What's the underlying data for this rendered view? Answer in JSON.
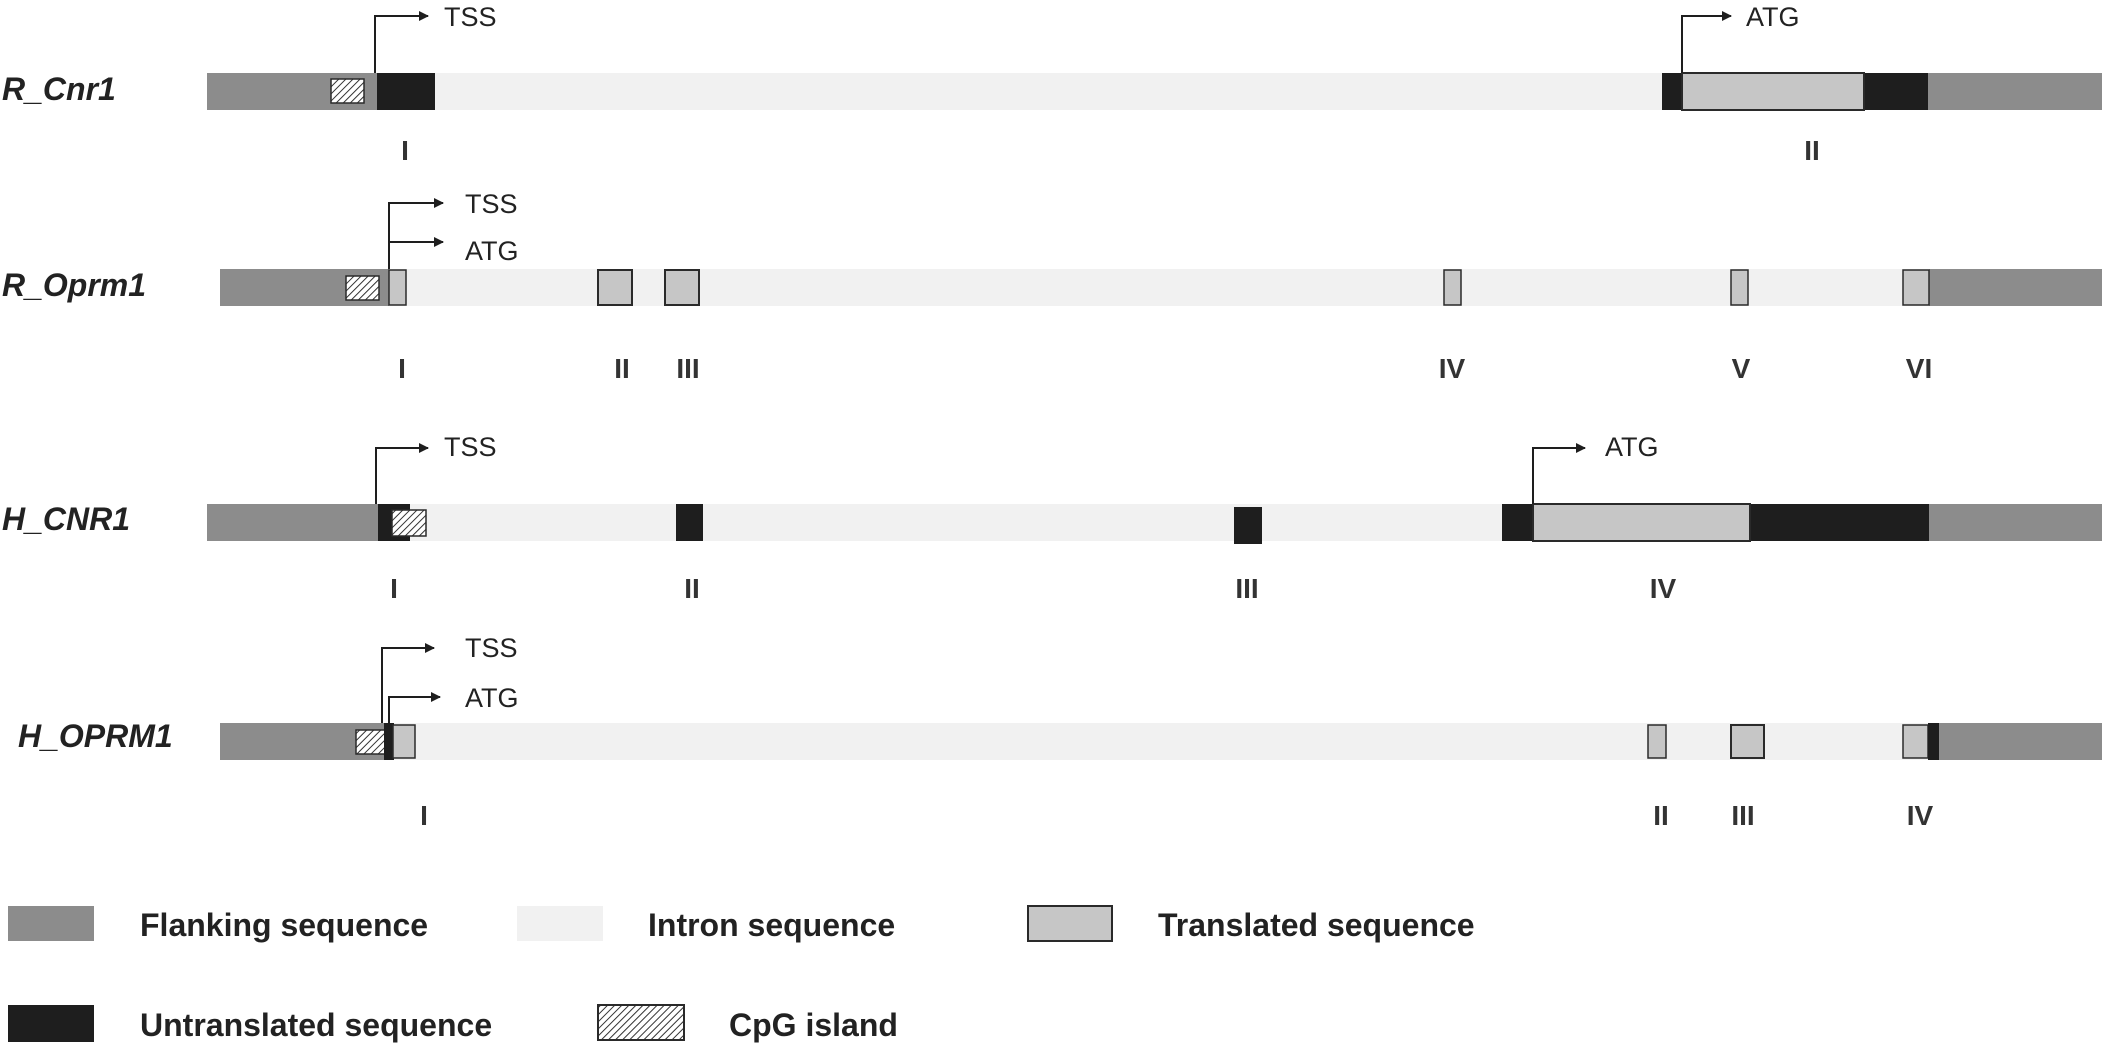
{
  "colors": {
    "flanking": "#8c8c8c",
    "intron": "#f1f1f1",
    "translated": "#c6c6c6",
    "untranslated": "#1e1e1e",
    "outline": "#2a2a2a"
  },
  "genes": [
    {
      "id": "r-cnr1",
      "name": "R_Cnr1",
      "markers": [
        "TSS",
        "ATG"
      ],
      "exon_labels": [
        "I",
        "II"
      ]
    },
    {
      "id": "r-oprm1",
      "name": "R_Oprm1",
      "markers": [
        "TSS",
        "ATG"
      ],
      "exon_labels": [
        "I",
        "II",
        "III",
        "IV",
        "V",
        "VI"
      ]
    },
    {
      "id": "h-cnr1",
      "name": "H_CNR1",
      "markers": [
        "TSS",
        "ATG"
      ],
      "exon_labels": [
        "I",
        "II",
        "III",
        "IV"
      ]
    },
    {
      "id": "h-oprm1",
      "name": "H_OPRM1",
      "markers": [
        "TSS",
        "ATG"
      ],
      "exon_labels": [
        "I",
        "II",
        "III",
        "IV"
      ]
    }
  ],
  "legend": [
    {
      "id": "flanking",
      "label": "Flanking sequence"
    },
    {
      "id": "intron",
      "label": "Intron sequence"
    },
    {
      "id": "translated",
      "label": "Translated sequence"
    },
    {
      "id": "untranslated",
      "label": "Untranslated sequence"
    },
    {
      "id": "cpg",
      "label": "CpG island"
    }
  ]
}
